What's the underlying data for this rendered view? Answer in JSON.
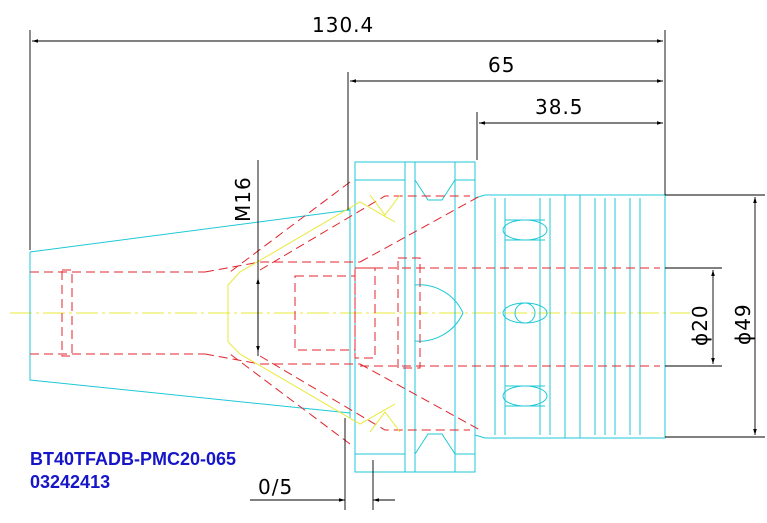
{
  "dimensions": {
    "overall_length": "130.4",
    "gauge_length": "65",
    "body_length": "38.5",
    "thread": "M16",
    "bore_diameter": "ϕ20",
    "outer_diameter": "ϕ49",
    "tolerance": "0/5"
  },
  "labels": {
    "part_number": "BT40TFADB-PMC20-065",
    "code": "03242413"
  },
  "colors": {
    "outline": "#1ec8d6",
    "hidden_line": "#e0242c",
    "center_line": "#e8e83a",
    "dimension": "#000000",
    "label": "#1616c8"
  }
}
